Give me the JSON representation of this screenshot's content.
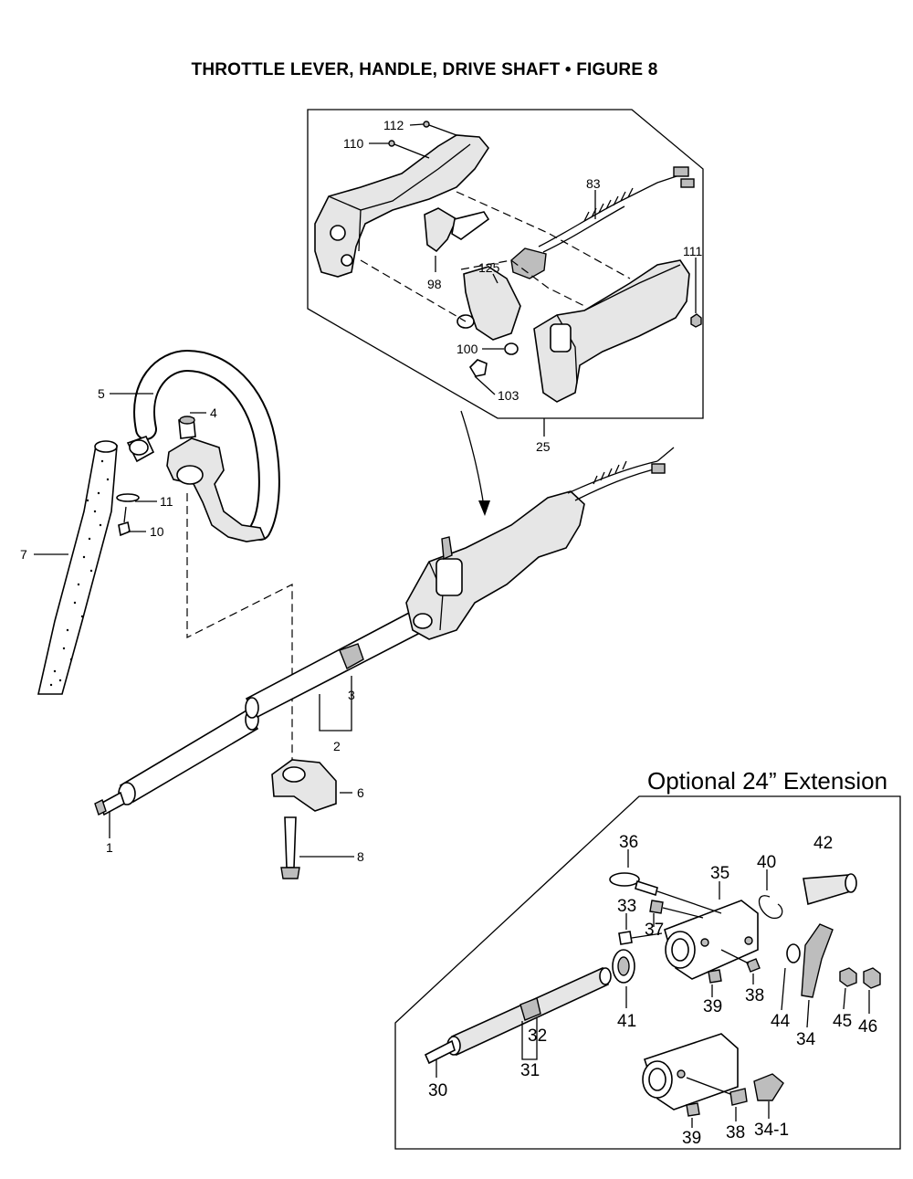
{
  "title": "THROTTLE LEVER, HANDLE, DRIVE SHAFT  •  FIGURE  8",
  "extension_title": "Optional 24” Extension",
  "callouts": {
    "p112": "112",
    "p110": "110",
    "p83": "83",
    "p111": "111",
    "p125": "125",
    "p98": "98",
    "p100": "100",
    "p103": "103",
    "p25": "25",
    "p5": "5",
    "p4": "4",
    "p11": "11",
    "p10": "10",
    "p7": "7",
    "p3": "3",
    "p2": "2",
    "p6": "6",
    "p8": "8",
    "p1": "1",
    "p36": "36",
    "p35": "35",
    "p40": "40",
    "p42": "42",
    "p33": "33",
    "p37": "37",
    "p41": "41",
    "p39": "39",
    "p38": "38",
    "p44": "44",
    "p34": "34",
    "p45": "45",
    "p46": "46",
    "p32": "32",
    "p31": "31",
    "p30": "30",
    "p39b": "39",
    "p38b": "38",
    "p34_1": "34-1"
  }
}
